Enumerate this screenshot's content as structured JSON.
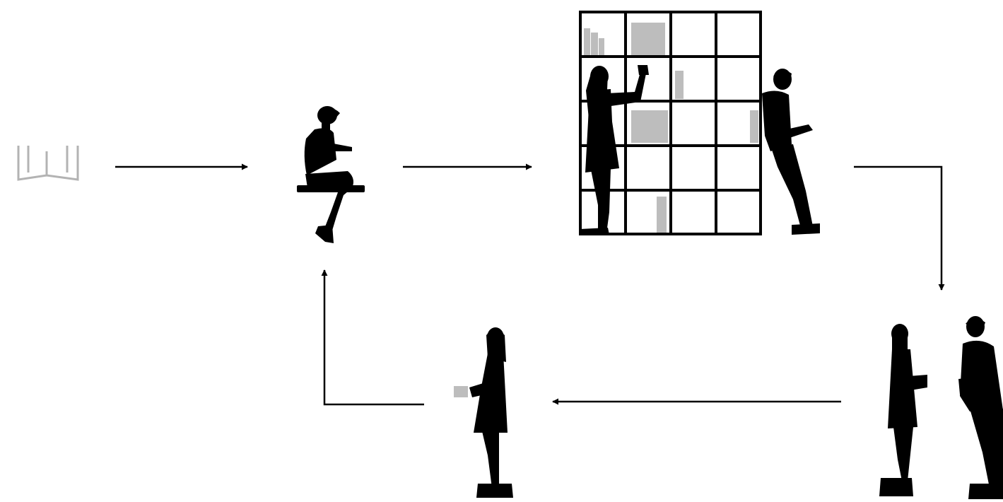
{
  "diagram": {
    "icons": {
      "book": "open-book-icon",
      "reader": "woman-reading-silhouette",
      "bookshelf": "bookshelf-grid",
      "browsers": "people-at-shelf-silhouettes",
      "pair": "two-people-talking-silhouettes",
      "lender": "woman-holding-book-silhouette"
    },
    "labels": [
      "",
      "",
      "",
      "",
      ""
    ],
    "colors": {
      "ink": "#000000",
      "label": "#b9b9b9",
      "book": "#bdbdbd",
      "background": "#ffffff"
    }
  }
}
